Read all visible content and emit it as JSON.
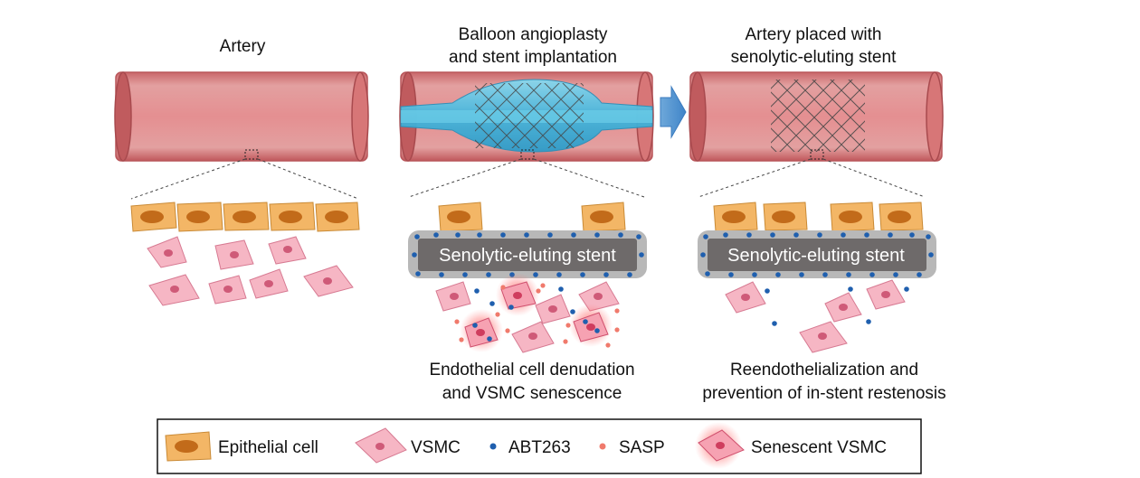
{
  "panels": [
    {
      "title_lines": [
        "Artery"
      ]
    },
    {
      "title_lines": [
        "Balloon angioplasty",
        "and stent implantation"
      ],
      "stent_label": "Senolytic-eluting stent",
      "caption_lines": [
        "Endothelial cell denudation",
        "and VSMC senescence"
      ]
    },
    {
      "title_lines": [
        "Artery placed with",
        "senolytic-eluting stent"
      ],
      "stent_label": "Senolytic-eluting stent",
      "caption_lines": [
        "Reendothelialization and",
        "prevention of in-stent restenosis"
      ]
    }
  ],
  "legend": {
    "items": [
      "Epithelial cell",
      "VSMC",
      "ABT263",
      "SASP",
      "Senescent VSMC"
    ]
  },
  "colors": {
    "artery_wall": "#d97a7c",
    "artery_lumen": "#e69a9a",
    "balloon": "#5cc7e6",
    "stent_bar": "#6e6a6a",
    "stent_halo": "#b8b8b8",
    "epithelial_cell": "#f3b666",
    "epithelial_nucleus": "#c26b1a",
    "vsmc": "#f6b6c4",
    "vsmc_nucleus": "#cf5a78",
    "abt263": "#1f5fae",
    "sasp": "#f07a6c",
    "arrow": "#5b9bd5"
  }
}
